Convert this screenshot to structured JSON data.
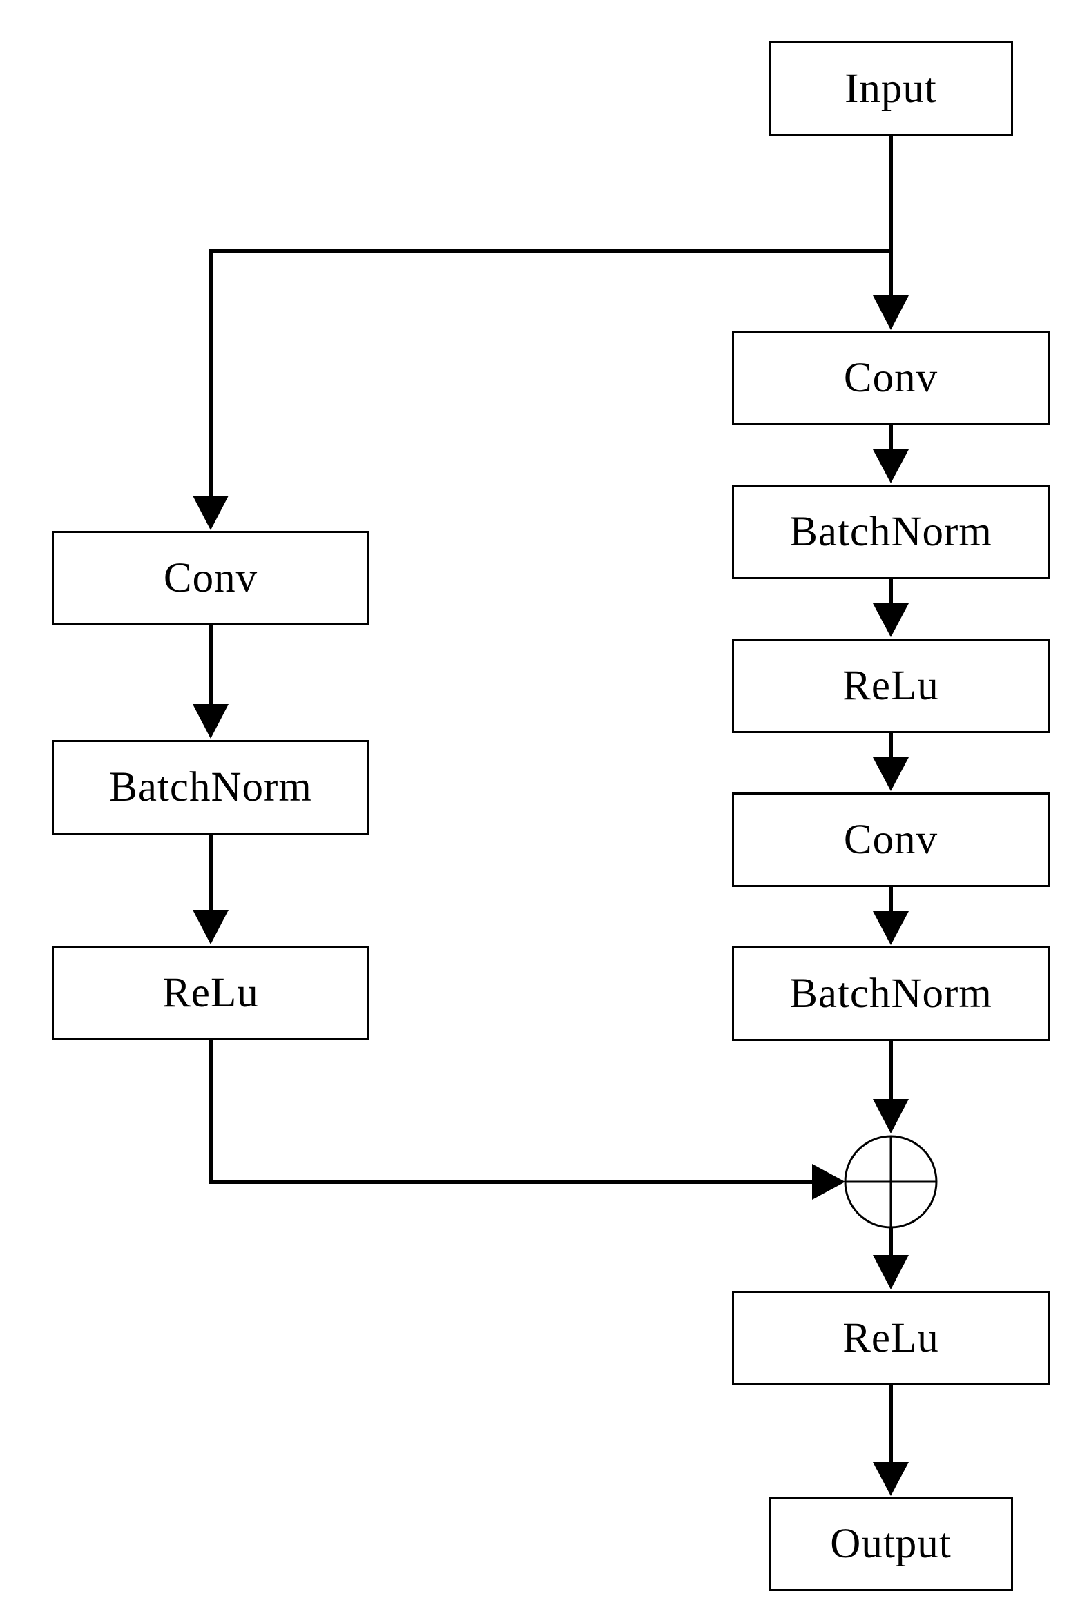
{
  "diagram": {
    "type": "flowchart",
    "nodes": {
      "input": "Input",
      "right_conv_1": "Conv",
      "right_batchnorm_1": "BatchNorm",
      "right_relu_1": "ReLu",
      "right_conv_2": "Conv",
      "right_batchnorm_2": "BatchNorm",
      "left_conv": "Conv",
      "left_batchnorm": "BatchNorm",
      "left_relu": "ReLu",
      "relu_after_add": "ReLu",
      "output": "Output"
    },
    "add_node": "sum-circle",
    "edges": [
      [
        "input",
        "right_conv_1"
      ],
      [
        "input",
        "left_conv"
      ],
      [
        "right_conv_1",
        "right_batchnorm_1"
      ],
      [
        "right_batchnorm_1",
        "right_relu_1"
      ],
      [
        "right_relu_1",
        "right_conv_2"
      ],
      [
        "right_conv_2",
        "right_batchnorm_2"
      ],
      [
        "right_batchnorm_2",
        "add"
      ],
      [
        "left_conv",
        "left_batchnorm"
      ],
      [
        "left_batchnorm",
        "left_relu"
      ],
      [
        "left_relu",
        "add"
      ],
      [
        "add",
        "relu_after_add"
      ],
      [
        "relu_after_add",
        "output"
      ]
    ],
    "colors": {
      "stroke": "#000000",
      "fill": "#ffffff"
    }
  }
}
